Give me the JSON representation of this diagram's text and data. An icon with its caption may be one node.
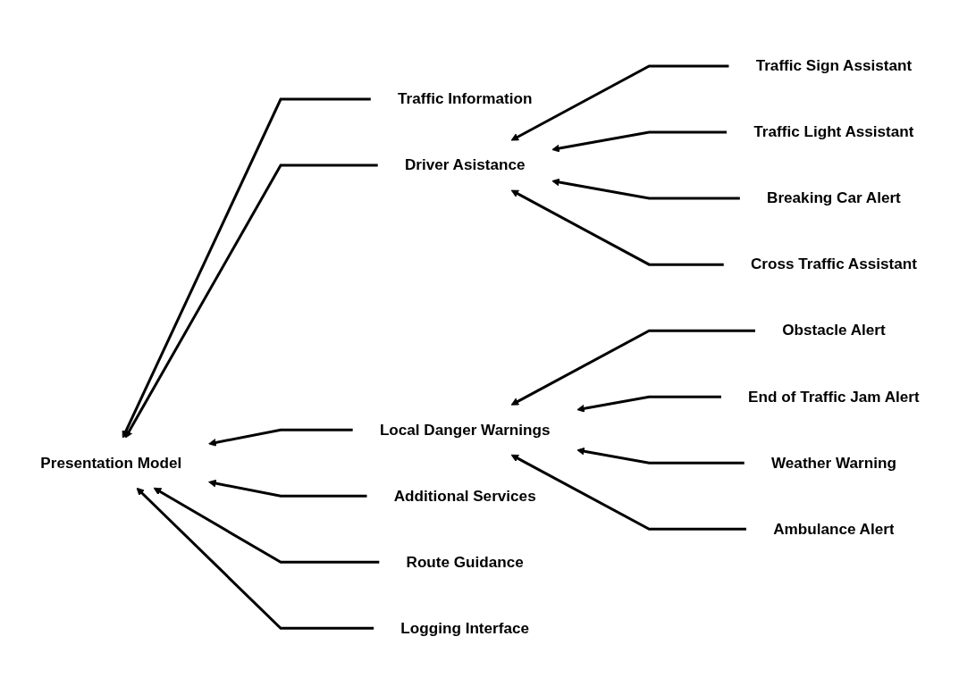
{
  "diagram": {
    "nodes": [
      {
        "text": [
          "Presentation Model"
        ]
      },
      {
        "text": [
          "Traffic Information"
        ]
      },
      {
        "text": [
          "Driver Asistance"
        ]
      },
      {
        "text": [
          "Traffic Sign Assistant"
        ]
      },
      {
        "text": [
          "Traffic Light Assistant"
        ]
      },
      {
        "text": [
          "Breaking Car Alert"
        ]
      },
      {
        "text": [
          "Cross Traffic Assistant"
        ]
      },
      {
        "text": [
          "Local Danger Warnings"
        ]
      },
      {
        "text": [
          "Obstacle Alert"
        ]
      },
      {
        "text": [
          "End of Traffic Jam Alert"
        ]
      },
      {
        "text": [
          "Weather Warning"
        ]
      },
      {
        "text": [
          "Ambulance Alert"
        ]
      },
      {
        "text": [
          "Additional Services"
        ]
      },
      {
        "text": [
          "Route Guidance"
        ]
      },
      {
        "text": [
          "Logging Interface"
        ]
      }
    ],
    "edges": [
      {
        "from": 1,
        "to": 0,
        "arrow": "to"
      },
      {
        "from": 2,
        "to": 0,
        "arrow": "to"
      },
      {
        "from": 3,
        "to": 2,
        "arrow": "to"
      },
      {
        "from": 4,
        "to": 2,
        "arrow": "to"
      },
      {
        "from": 5,
        "to": 2,
        "arrow": "to"
      },
      {
        "from": 6,
        "to": 2,
        "arrow": "to"
      },
      {
        "from": 7,
        "to": 0,
        "arrow": "to"
      },
      {
        "from": 8,
        "to": 7,
        "arrow": "to"
      },
      {
        "from": 9,
        "to": 7,
        "arrow": "to"
      },
      {
        "from": 10,
        "to": 7,
        "arrow": "to"
      },
      {
        "from": 11,
        "to": 7,
        "arrow": "to"
      },
      {
        "from": 12,
        "to": 0,
        "arrow": "to"
      },
      {
        "from": 13,
        "to": 0,
        "arrow": "to"
      },
      {
        "from": 14,
        "to": 0,
        "arrow": "to"
      }
    ]
  }
}
